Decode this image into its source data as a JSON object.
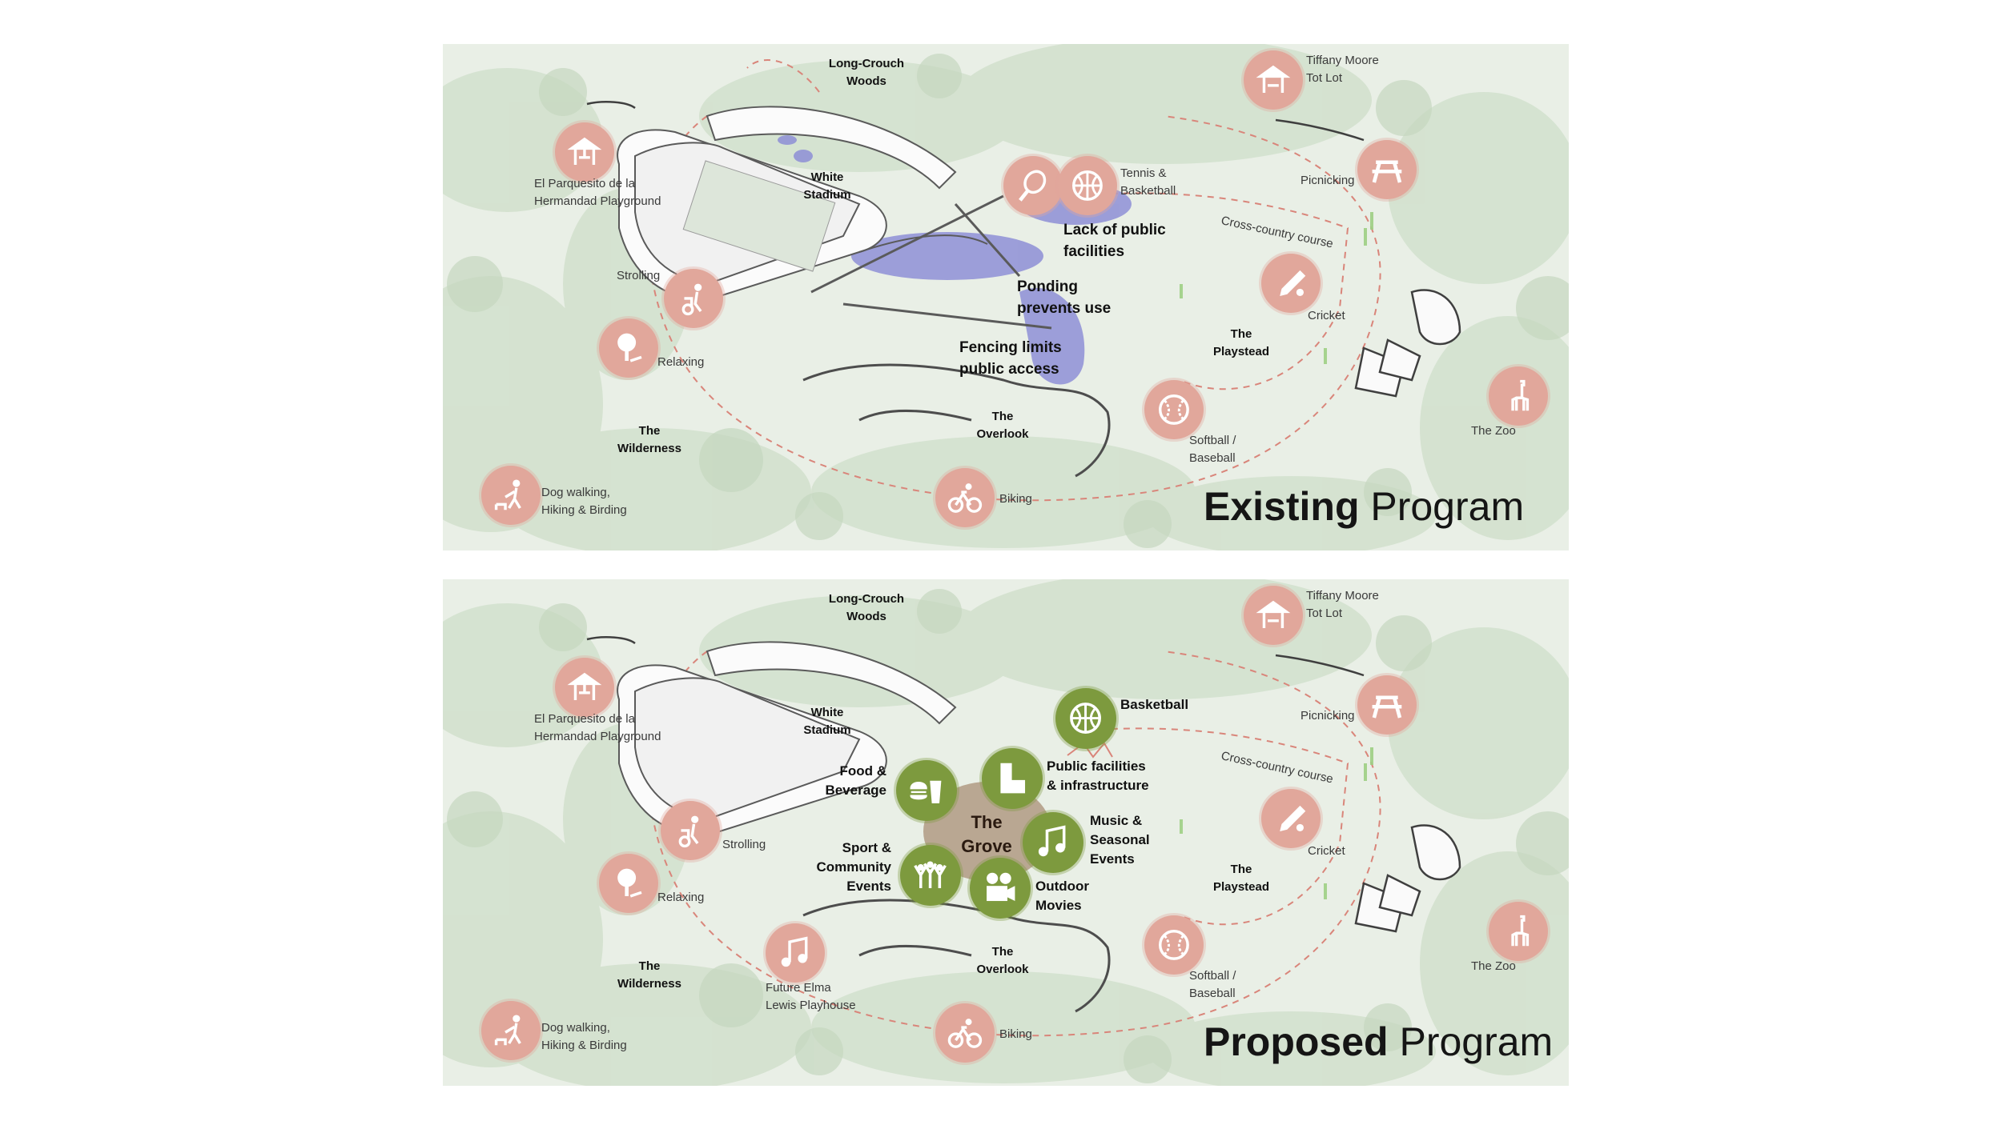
{
  "existing": {
    "title_bold": "Existing",
    "title_rest": " Program",
    "places": {
      "woods": [
        "Long-Crouch",
        "Woods"
      ],
      "stadium": [
        "White",
        "Stadium"
      ],
      "wilderness": [
        "The",
        "Wilderness"
      ],
      "overlook": [
        "The",
        "Overlook"
      ],
      "playstead": [
        "The",
        "Playstead"
      ]
    },
    "activities": {
      "playground": [
        "El Parquesito de la",
        "Hermandad Playground"
      ],
      "strolling": "Strolling",
      "relaxing": "Relaxing",
      "dog": [
        "Dog walking,",
        "Hiking & Birding"
      ],
      "biking": "Biking",
      "tennis": [
        "Tennis &",
        "Basketball"
      ],
      "totlot": [
        "Tiffany Moore",
        "Tot Lot"
      ],
      "picnicking": "Picnicking",
      "cross": "Cross-country course",
      "cricket": "Cricket",
      "softball": [
        "Softball /",
        "Baseball"
      ],
      "zoo": "The Zoo"
    },
    "issues": {
      "facilities": [
        "Lack of public",
        "facilities"
      ],
      "ponding": [
        "Ponding",
        "prevents use"
      ],
      "fencing": [
        "Fencing limits",
        "public access"
      ]
    }
  },
  "proposed": {
    "title_bold": "Proposed",
    "title_rest": " Program",
    "places": {
      "woods": [
        "Long-Crouch",
        "Woods"
      ],
      "stadium": [
        "White",
        "Stadium"
      ],
      "wilderness": [
        "The",
        "Wilderness"
      ],
      "overlook": [
        "The",
        "Overlook"
      ],
      "playstead": [
        "The",
        "Playstead"
      ],
      "grove": [
        "The",
        "Grove"
      ]
    },
    "activities": {
      "playground": [
        "El Parquesito de la",
        "Hermandad Playground"
      ],
      "strolling": "Strolling",
      "relaxing": "Relaxing",
      "dog": [
        "Dog walking,",
        "Hiking & Birding"
      ],
      "biking": "Biking",
      "playhouse": [
        "Future Elma",
        "Lewis Playhouse"
      ],
      "totlot": [
        "Tiffany Moore",
        "Tot Lot"
      ],
      "picnicking": "Picnicking",
      "cross": "Cross-country course",
      "cricket": "Cricket",
      "softball": [
        "Softball /",
        "Baseball"
      ],
      "zoo": "The Zoo"
    },
    "program": {
      "basketball": "Basketball",
      "facilities": [
        "Public facilities",
        "& infrastructure"
      ],
      "food": [
        "Food &",
        "Beverage"
      ],
      "music": [
        "Music &",
        "Seasonal",
        "Events"
      ],
      "sport": [
        "Sport &",
        "Community",
        "Events"
      ],
      "movies": [
        "Outdoor",
        "Movies"
      ]
    }
  },
  "colors": {
    "existing_icon": "#e1a79b",
    "proposed_icon": "#7d9a3e",
    "pond": "#8e8fd6",
    "trail": "#d9857a",
    "grove": "#b09a82"
  }
}
